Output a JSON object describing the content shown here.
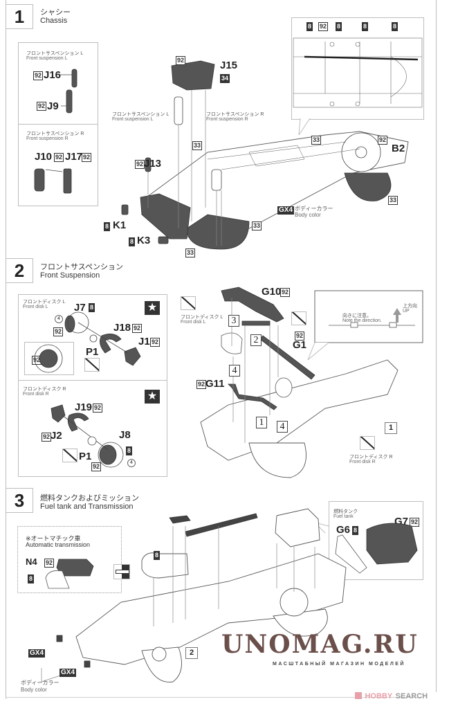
{
  "steps": [
    {
      "number": "1",
      "title_jp": "シャシー",
      "title_en": "Chassis",
      "subpanels": [
        {
          "title_jp": "フロントサスペンション L",
          "title_en": "Front suspension L",
          "parts": [
            {
              "code": "J16",
              "color": "92"
            },
            {
              "code": "J9",
              "color": "92"
            }
          ]
        },
        {
          "title_jp": "フロントサスペンション R",
          "title_en": "Front suspension R",
          "parts": [
            {
              "code": "J10",
              "color": "92"
            },
            {
              "code": "J17",
              "color": "92"
            }
          ]
        }
      ],
      "main_labels": {
        "front_susp_l_jp": "フロントサスペンション L",
        "front_susp_l_en": "Front suspension L",
        "front_susp_r_jp": "フロントサスペンション R",
        "front_susp_r_en": "Front suspension R",
        "body_color_code": "GX4",
        "body_color_jp": "ボディーカラー",
        "body_color_en": "Body color"
      },
      "parts": [
        {
          "code": "J15",
          "colors": [
            "92",
            "34"
          ]
        },
        {
          "code": "J13",
          "color": "92"
        },
        {
          "code": "K1",
          "color": "8"
        },
        {
          "code": "K3",
          "color": "8"
        },
        {
          "code": "B2",
          "color": "92"
        }
      ],
      "color_refs": [
        "33",
        "33",
        "33",
        "33",
        "33"
      ],
      "detail_callout_colors": [
        "8",
        "92",
        "8",
        "8",
        "8"
      ]
    },
    {
      "number": "2",
      "title_jp": "フロントサスペンション",
      "title_en": "Front Suspension",
      "subpanels": [
        {
          "title_jp": "フロントディスク L",
          "title_en": "Front disk L",
          "star": "★",
          "parts": [
            {
              "code": "J7",
              "color": "8"
            },
            {
              "code": "J18",
              "color": "92"
            },
            {
              "code": "J1",
              "color": "92"
            },
            {
              "code": "P1"
            }
          ],
          "circle_num": "4",
          "extra_color": "92"
        },
        {
          "title_jp": "フロントディスク R",
          "title_en": "Front disk R",
          "star": "★",
          "parts": [
            {
              "code": "J19",
              "color": "92"
            },
            {
              "code": "J2",
              "color": "92"
            },
            {
              "code": "J8",
              "color": "8"
            },
            {
              "code": "P1"
            }
          ],
          "circle_num": "4",
          "extra_color": "92"
        }
      ],
      "main_labels": {
        "front_disk_l_jp": "フロントディスク L",
        "front_disk_l_en": "Front disk L",
        "front_disk_r_jp": "フロントディスク R",
        "front_disk_r_en": "Front disk R",
        "note_jp": "向きに注意。",
        "note_en": "Note the direction.",
        "up_jp": "上方向",
        "up_en": "UP",
        "ref_step": "1"
      },
      "parts": [
        {
          "code": "G10",
          "color": "92"
        },
        {
          "code": "G1",
          "color": "92"
        },
        {
          "code": "G11",
          "color": "92"
        }
      ],
      "sub_steps": [
        "3",
        "2",
        "4",
        "1",
        "4"
      ]
    },
    {
      "number": "3",
      "title_jp": "燃料タンクおよびミッション",
      "title_en": "Fuel tank and Transmission",
      "subpanels": [
        {
          "title_jp": "※オートマチック車",
          "title_en": "Automatic transmission",
          "parts": [
            {
              "code": "N4",
              "color": "92"
            }
          ],
          "extra_color": "8"
        },
        {
          "title_jp": "燃料タンク",
          "title_en": "Fuel tank",
          "parts": [
            {
              "code": "G6",
              "color": "8"
            },
            {
              "code": "G7",
              "color": "92"
            }
          ]
        }
      ],
      "main_labels": {
        "transmission_color": "8",
        "body_color_code": "GX4",
        "body_color_jp": "ボディーカラー",
        "body_color_en": "Body color",
        "ref_step": "2"
      }
    }
  ],
  "watermark": {
    "title": "UNOMAG.RU",
    "subtitle": "МАСШТАБНЫЙ МАГАЗИН МОДЕЛЕЙ",
    "color": "#6b4f4a"
  },
  "credit": {
    "hobby": "HOBBY",
    "search": "SEARCH",
    "hobby_color": "#e8a0a8",
    "search_color": "#999999"
  }
}
